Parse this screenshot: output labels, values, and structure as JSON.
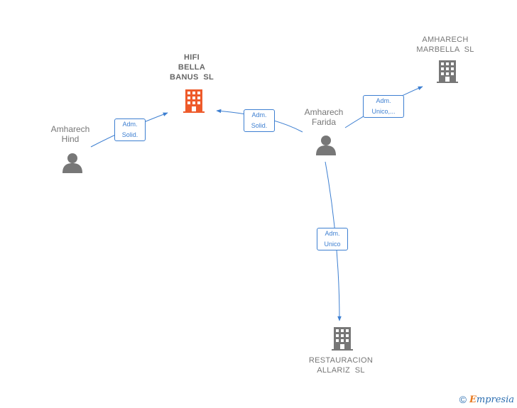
{
  "nodes": {
    "hifi": {
      "label": "HIFI\nBELLA\nBANUS  SL",
      "type": "company",
      "icon": "building-icon",
      "color": "#ee5a2a"
    },
    "marbella": {
      "label": "AMHARECH\nMARBELLA  SL",
      "type": "company",
      "icon": "building-icon",
      "color": "#777777"
    },
    "restauracion": {
      "label": "RESTAURACION\nALLARIZ  SL",
      "type": "company",
      "icon": "building-icon",
      "color": "#777777"
    },
    "hind": {
      "label": "Amharech\nHind",
      "type": "person",
      "icon": "person-icon",
      "color": "#777777"
    },
    "farida": {
      "label": "Amharech\nFarida",
      "type": "person",
      "icon": "person-icon",
      "color": "#777777"
    }
  },
  "edges": {
    "hind_hifi": {
      "from": "hind",
      "to": "hifi",
      "label": "Adm.\nSolid."
    },
    "farida_hifi": {
      "from": "farida",
      "to": "hifi",
      "label": "Adm.\nSolid."
    },
    "farida_marbella": {
      "from": "farida",
      "to": "marbella",
      "label": "Adm.\nUnico,..."
    },
    "farida_restauracion": {
      "from": "farida",
      "to": "restauracion",
      "label": "Adm.\nUnico"
    }
  },
  "colors": {
    "edge": "#3d7fd1",
    "focus": "#ee5a2a",
    "neutral": "#777777"
  },
  "brand": {
    "copyright": "©",
    "name_first": "E",
    "name_rest": "mpresia"
  }
}
